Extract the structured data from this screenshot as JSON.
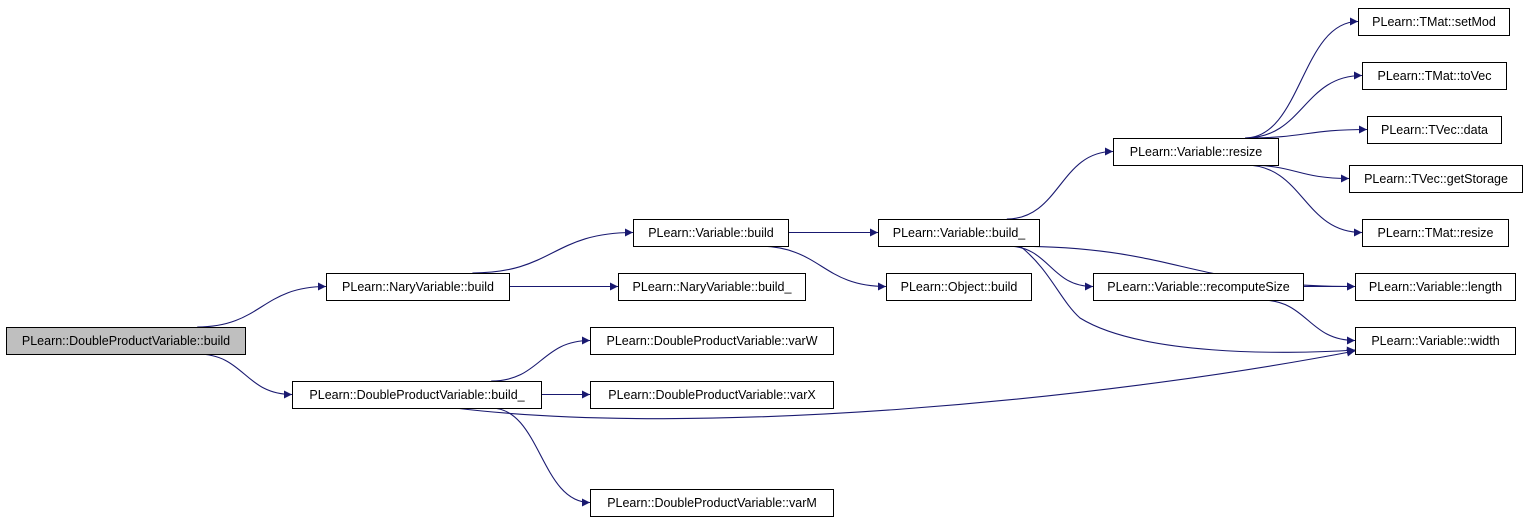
{
  "graph": {
    "edge_color": "#191970",
    "root_fill": "#bfbfbf",
    "nodes": [
      {
        "id": "root",
        "label": "PLearn::DoubleProductVariable::build",
        "root": true
      },
      {
        "id": "nb",
        "label": "PLearn::NaryVariable::build"
      },
      {
        "id": "dpb_",
        "label": "PLearn::DoubleProductVariable::build_"
      },
      {
        "id": "vb",
        "label": "PLearn::Variable::build"
      },
      {
        "id": "nb_",
        "label": "PLearn::NaryVariable::build_"
      },
      {
        "id": "varW",
        "label": "PLearn::DoubleProductVariable::varW"
      },
      {
        "id": "varX",
        "label": "PLearn::DoubleProductVariable::varX"
      },
      {
        "id": "varM",
        "label": "PLearn::DoubleProductVariable::varM"
      },
      {
        "id": "vb_",
        "label": "PLearn::Variable::build_"
      },
      {
        "id": "ob",
        "label": "PLearn::Object::build"
      },
      {
        "id": "vres",
        "label": "PLearn::Variable::resize"
      },
      {
        "id": "vrc",
        "label": "PLearn::Variable::recomputeSize"
      },
      {
        "id": "setMod",
        "label": "PLearn::TMat::setMod"
      },
      {
        "id": "toVec",
        "label": "PLearn::TMat::toVec"
      },
      {
        "id": "data",
        "label": "PLearn::TVec::data"
      },
      {
        "id": "getSt",
        "label": "PLearn::TVec::getStorage"
      },
      {
        "id": "tmres",
        "label": "PLearn::TMat::resize"
      },
      {
        "id": "vlen",
        "label": "PLearn::Variable::length"
      },
      {
        "id": "vwid",
        "label": "PLearn::Variable::width"
      }
    ],
    "edges": [
      {
        "from": "root",
        "to": "nb"
      },
      {
        "from": "root",
        "to": "dpb_"
      },
      {
        "from": "nb",
        "to": "vb"
      },
      {
        "from": "nb",
        "to": "nb_"
      },
      {
        "from": "dpb_",
        "to": "varW"
      },
      {
        "from": "dpb_",
        "to": "varX"
      },
      {
        "from": "dpb_",
        "to": "varM"
      },
      {
        "from": "dpb_",
        "to": "vwid"
      },
      {
        "from": "vb",
        "to": "vb_"
      },
      {
        "from": "vb",
        "to": "ob"
      },
      {
        "from": "vb_",
        "to": "vres"
      },
      {
        "from": "vb_",
        "to": "vrc"
      },
      {
        "from": "vb_",
        "to": "vlen"
      },
      {
        "from": "vb_",
        "to": "vwid"
      },
      {
        "from": "vres",
        "to": "setMod"
      },
      {
        "from": "vres",
        "to": "toVec"
      },
      {
        "from": "vres",
        "to": "data"
      },
      {
        "from": "vres",
        "to": "getSt"
      },
      {
        "from": "vres",
        "to": "tmres"
      },
      {
        "from": "vrc",
        "to": "vlen"
      },
      {
        "from": "vrc",
        "to": "vwid"
      }
    ]
  }
}
